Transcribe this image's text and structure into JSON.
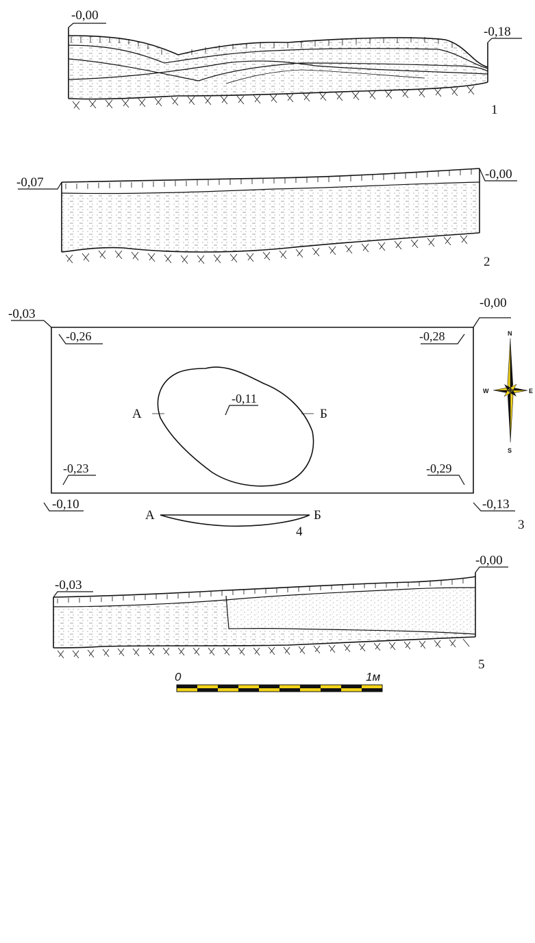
{
  "section1": {
    "number": "1",
    "elevation_left": "-0,00",
    "elevation_right": "-0,18"
  },
  "section2": {
    "number": "2",
    "elevation_left": "-0,07",
    "elevation_right": "-0,00"
  },
  "plan": {
    "number": "3",
    "outer_top_left": "-0,03",
    "outer_top_right": "-0,00",
    "outer_bottom_left": "-0,10",
    "outer_bottom_right": "-0,13",
    "inner_top_left": "-0,26",
    "inner_top_right": "-0,28",
    "inner_bottom_left": "-0,23",
    "inner_bottom_right": "-0,29",
    "pit_center": "-0,11",
    "cut_label_a": "А",
    "cut_label_b": "Б"
  },
  "pit_section": {
    "number": "4",
    "label_a": "А",
    "label_b": "Б"
  },
  "section5": {
    "number": "5",
    "elevation_left": "-0,03",
    "elevation_right": "-0,00"
  },
  "compass": {
    "north": "N",
    "south": "S",
    "east": "E",
    "west": "W",
    "color": "#f2d31a"
  },
  "scale_bar": {
    "start_label": "0",
    "end_label": "1м",
    "colors": [
      "#111111",
      "#f2d31a"
    ]
  }
}
